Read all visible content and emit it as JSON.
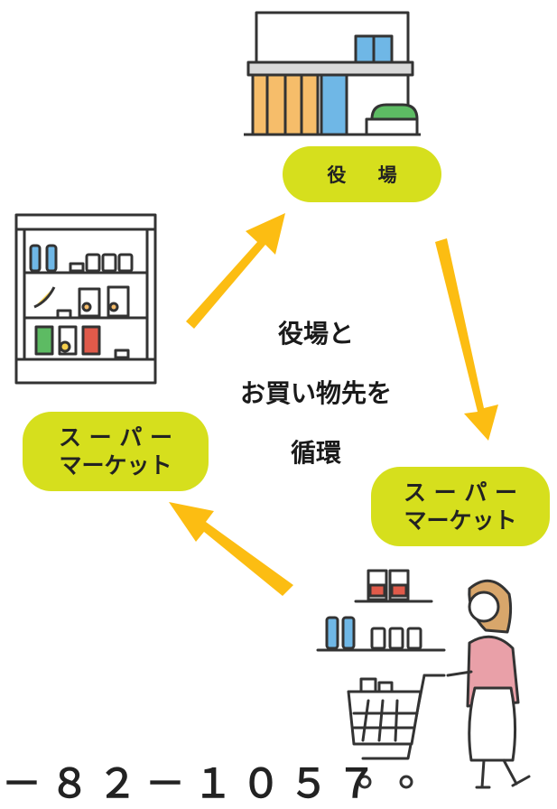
{
  "labels": {
    "town_hall": "役 場",
    "supermarket_left_line1": "ス ー パ ー",
    "supermarket_left_line2": "マーケット",
    "supermarket_right_line1": "ス ー パ ー",
    "supermarket_right_line2": "マーケット"
  },
  "center_text": {
    "line1": "役場と",
    "line2": "お買い物先を",
    "line3": "循環"
  },
  "phone_fragment": "－８２－１０５７",
  "colors": {
    "pill": "#d6df1d",
    "arrow": "#fcbd12",
    "outline": "#333333",
    "shelf_orange": "#f6bd6a",
    "window_blue": "#6fb7e6",
    "bush_green": "#5dbb63",
    "product_red": "#e05a4a",
    "apron_pink": "#e9a0a8"
  },
  "icons": [
    "town-hall-icon",
    "vending-shelf-icon",
    "shopper-with-cart-icon",
    "cycle-arrow-icon"
  ]
}
